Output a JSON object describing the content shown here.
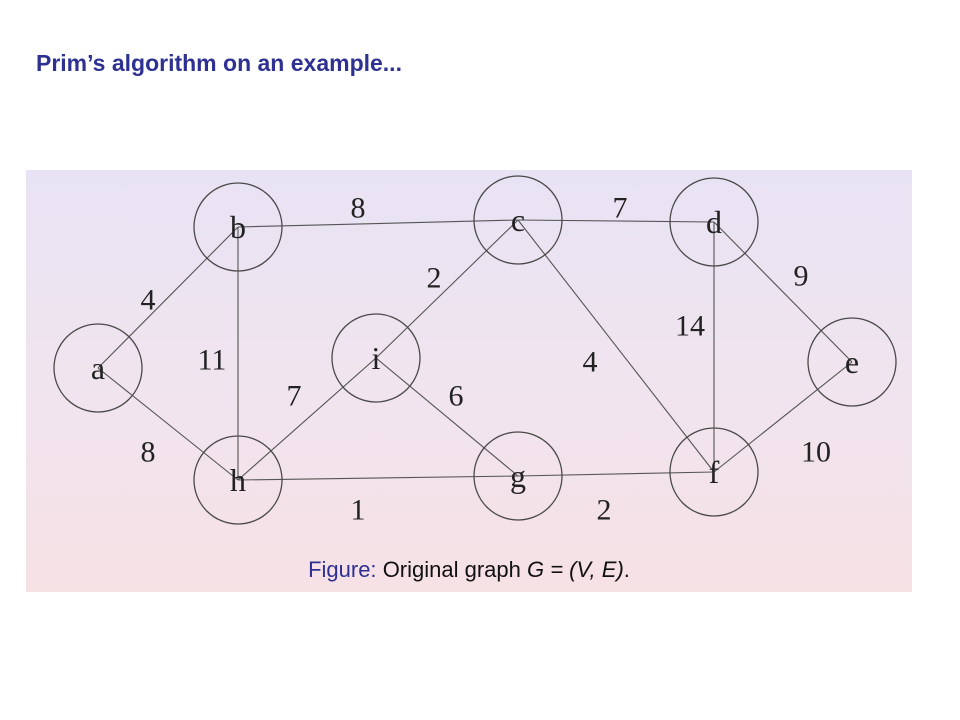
{
  "slide": {
    "title": "Prim’s algorithm on an example..."
  },
  "graph": {
    "nodes": [
      {
        "id": "a",
        "label": "a"
      },
      {
        "id": "b",
        "label": "b"
      },
      {
        "id": "c",
        "label": "c"
      },
      {
        "id": "d",
        "label": "d"
      },
      {
        "id": "e",
        "label": "e"
      },
      {
        "id": "f",
        "label": "f"
      },
      {
        "id": "g",
        "label": "g"
      },
      {
        "id": "h",
        "label": "h"
      },
      {
        "id": "i",
        "label": "i"
      }
    ],
    "edges": [
      {
        "from": "a",
        "to": "b",
        "weight": "4"
      },
      {
        "from": "a",
        "to": "h",
        "weight": "8"
      },
      {
        "from": "b",
        "to": "c",
        "weight": "8"
      },
      {
        "from": "b",
        "to": "h",
        "weight": "11"
      },
      {
        "from": "c",
        "to": "i",
        "weight": "2"
      },
      {
        "from": "c",
        "to": "d",
        "weight": "7"
      },
      {
        "from": "c",
        "to": "f",
        "weight": "4"
      },
      {
        "from": "d",
        "to": "e",
        "weight": "9"
      },
      {
        "from": "d",
        "to": "f",
        "weight": "14"
      },
      {
        "from": "e",
        "to": "f",
        "weight": "10"
      },
      {
        "from": "h",
        "to": "i",
        "weight": "7"
      },
      {
        "from": "i",
        "to": "g",
        "weight": "6"
      },
      {
        "from": "h",
        "to": "g",
        "weight": "1"
      },
      {
        "from": "g",
        "to": "f",
        "weight": "2"
      }
    ]
  },
  "caption": {
    "prefix": "Figure:",
    "text": "Original graph",
    "math": "G = (V, E)",
    "suffix": "."
  }
}
